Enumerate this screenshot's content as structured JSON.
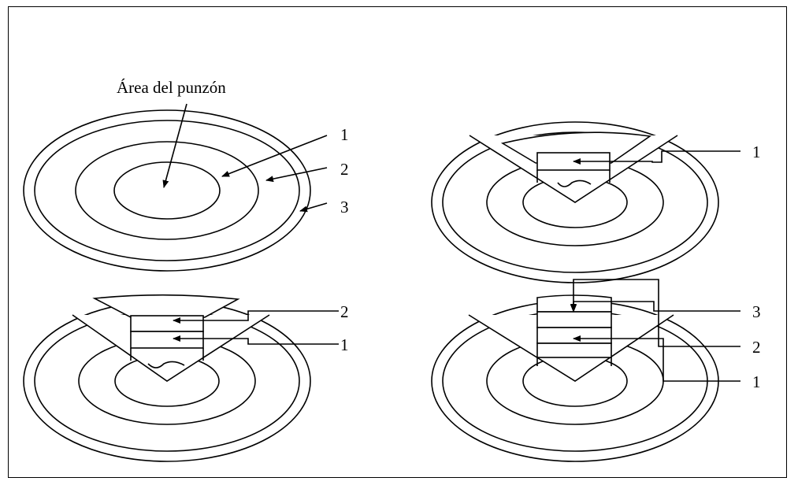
{
  "title": "Área del punzón",
  "panels": [
    {
      "id": "panel-1",
      "labels": [
        "1",
        "2",
        "3"
      ]
    },
    {
      "id": "panel-2",
      "labels": [
        "1"
      ]
    },
    {
      "id": "panel-3",
      "labels": [
        "2",
        "1"
      ]
    },
    {
      "id": "panel-4",
      "labels": [
        "3",
        "2",
        "1"
      ]
    }
  ]
}
